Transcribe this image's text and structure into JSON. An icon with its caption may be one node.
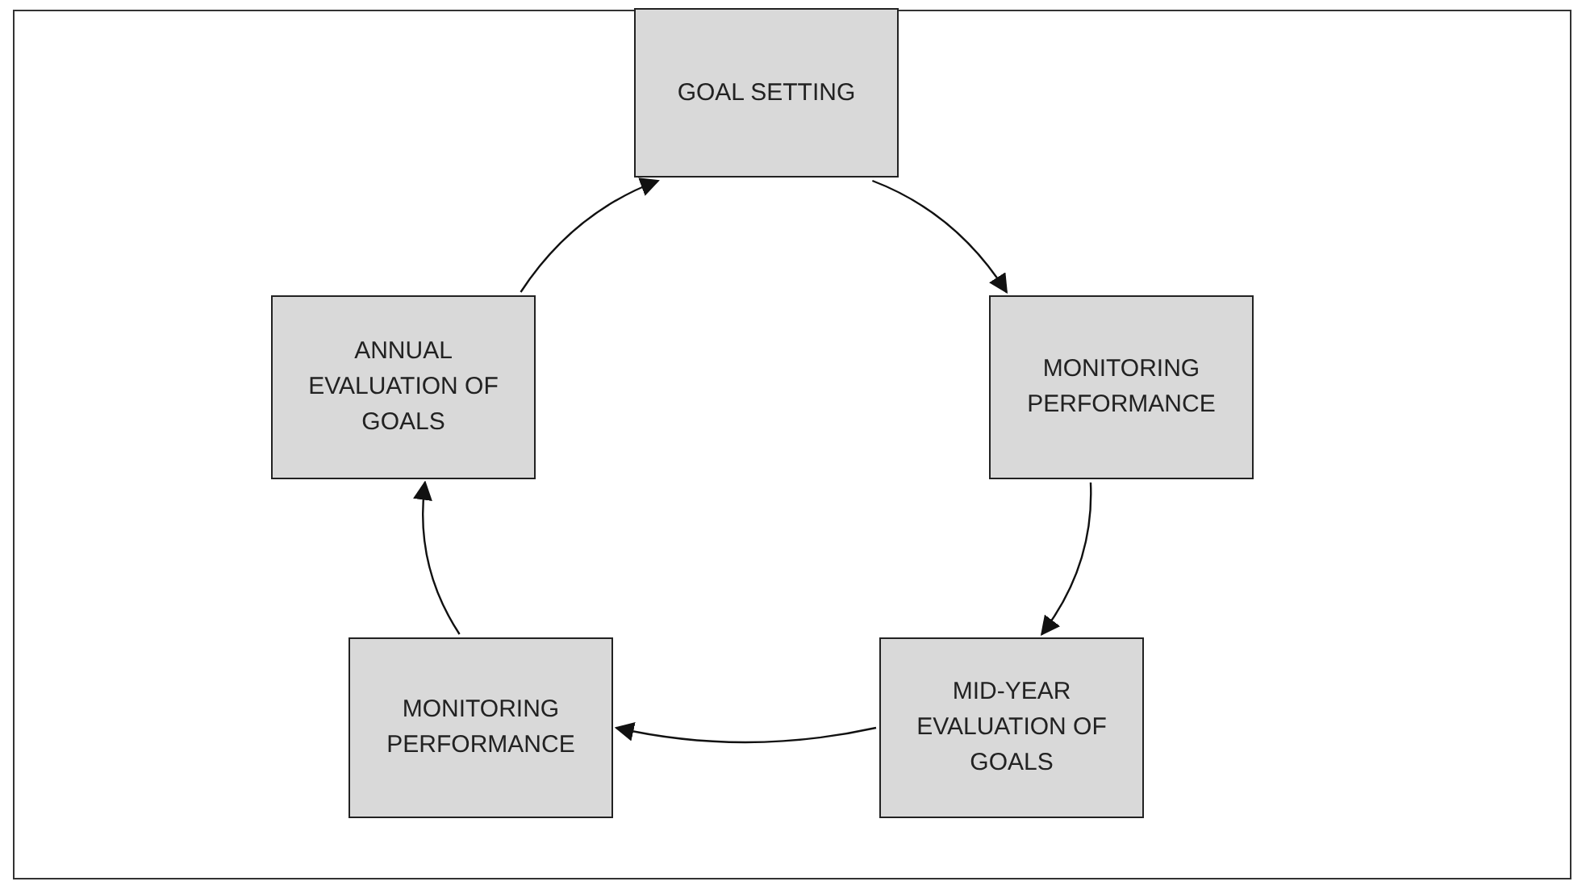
{
  "diagram": {
    "nodes": [
      {
        "text": [
          "GOAL SETTING"
        ]
      },
      {
        "text": [
          "MONITORING PERFORMANCE"
        ]
      },
      {
        "text": [
          "MID-YEAR EVALUATION OF GOALS"
        ]
      },
      {
        "text": [
          "MONITORING PERFORMANCE"
        ]
      },
      {
        "text": [
          "ANNUAL EVALUATION OF GOALS"
        ]
      }
    ],
    "edges": [
      {
        "from": 0,
        "to": 1,
        "arrow": "to"
      },
      {
        "from": 1,
        "to": 2,
        "arrow": "to"
      },
      {
        "from": 2,
        "to": 3,
        "arrow": "to"
      },
      {
        "from": 3,
        "to": 4,
        "arrow": "to"
      },
      {
        "from": 4,
        "to": 0,
        "arrow": "to"
      }
    ]
  }
}
